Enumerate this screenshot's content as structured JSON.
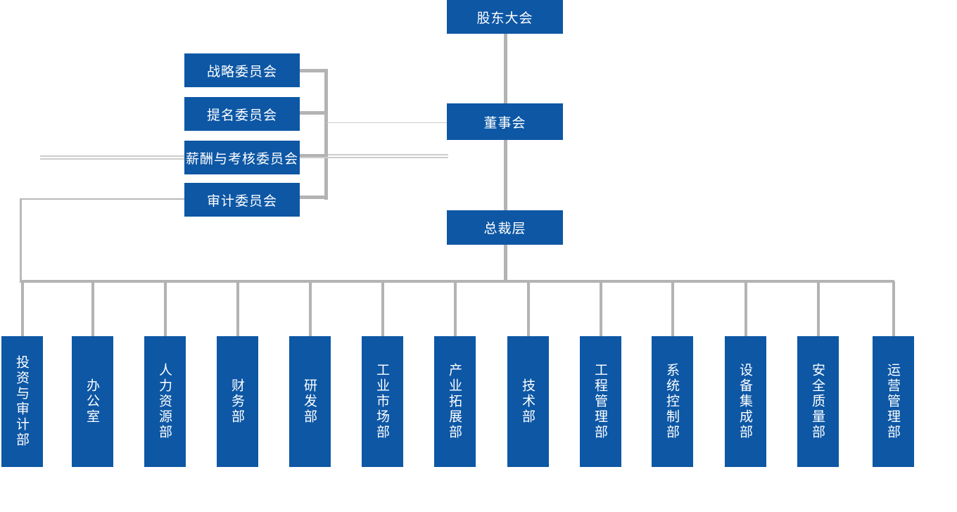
{
  "org_chart": {
    "type": "org-chart",
    "shareholders_meeting": {
      "label": "股东大会"
    },
    "board": {
      "label": "董事会"
    },
    "president": {
      "label": "总裁层"
    },
    "committees": [
      {
        "label": "战略委员会"
      },
      {
        "label": "提名委员会"
      },
      {
        "label": "薪酬与考核委员会"
      },
      {
        "label": "审计委员会"
      }
    ],
    "departments": [
      {
        "label": "投资与审计部"
      },
      {
        "label": "办公室"
      },
      {
        "label": "人力资源部"
      },
      {
        "label": "财务部"
      },
      {
        "label": "研发部"
      },
      {
        "label": "工业市场部"
      },
      {
        "label": "产业拓展部"
      },
      {
        "label": "技术部"
      },
      {
        "label": "工程管理部"
      },
      {
        "label": "系统控制部"
      },
      {
        "label": "设备集成部"
      },
      {
        "label": "安全质量部"
      },
      {
        "label": "运营管理部"
      }
    ]
  },
  "colors": {
    "node_fill": "#0d57a5",
    "node_text": "#ffffff",
    "connector": "#b3b3b3",
    "connector_light": "#cccccc"
  }
}
